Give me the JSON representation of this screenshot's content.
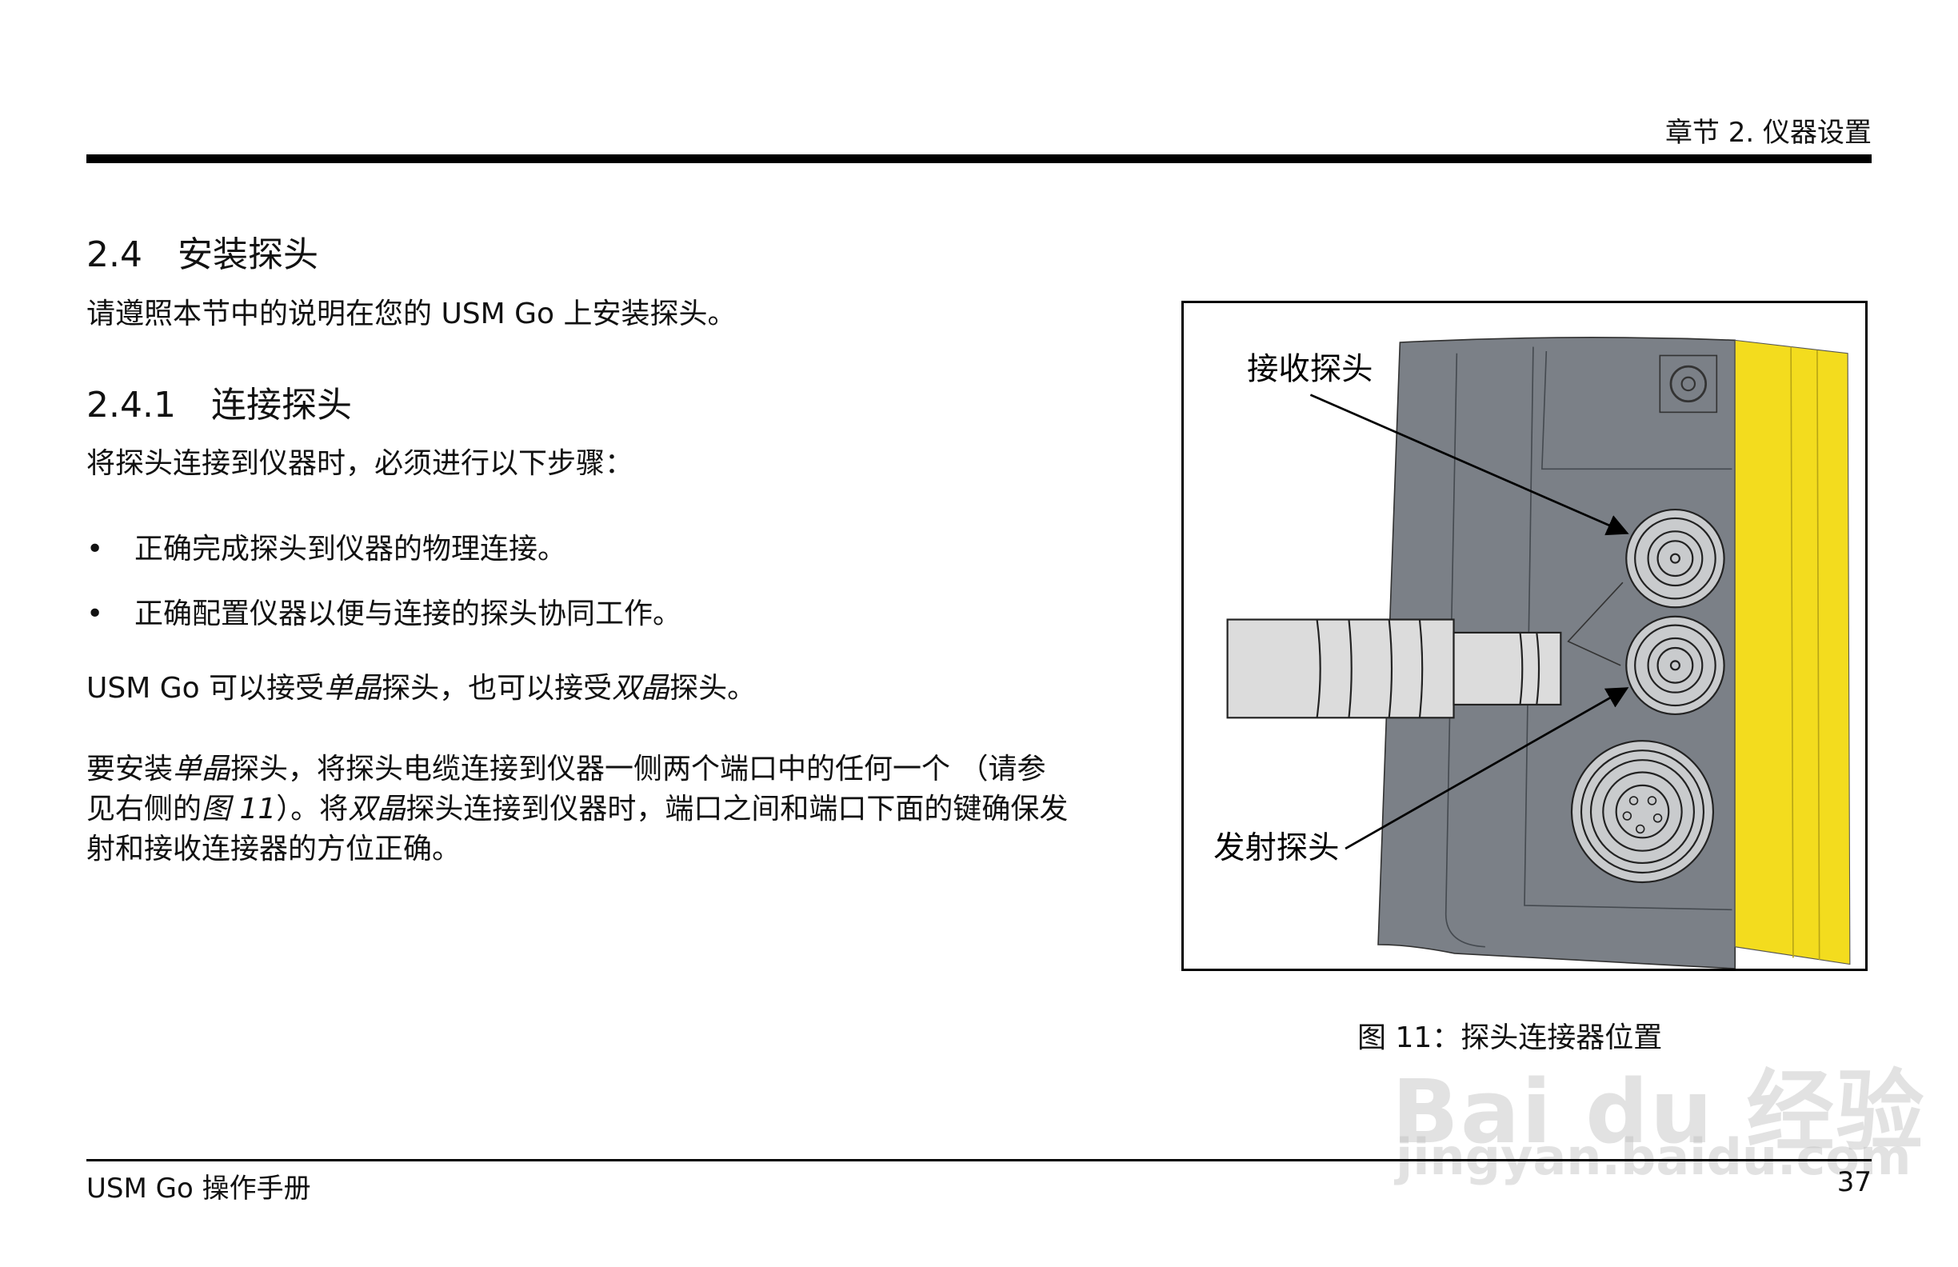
{
  "header": {
    "chapter": "章节 2. 仪器设置"
  },
  "section": {
    "number": "2.4",
    "title": "安装探头",
    "intro": "请遵照本节中的说明在您的 USM Go 上安装探头。"
  },
  "subsection": {
    "number": "2.4.1",
    "title": "连接探头",
    "intro": "将探头连接到仪器时，必须进行以下步骤："
  },
  "bullets": [
    "正确完成探头到仪器的物理连接。",
    "正确配置仪器以便与连接的探头协同工作。"
  ],
  "para1": {
    "a": "USM Go 可以接受",
    "b": "单晶",
    "c": "探头，也可以接受",
    "d": "双晶",
    "e": "探头。"
  },
  "para2": {
    "a": "要安装",
    "b": "单晶",
    "c": "探头，将探头电缆连接到仪器一侧两个端口中的任何一个 （请参",
    "d": "见右侧的",
    "e": "图 11",
    "f": "）。将",
    "g": "双晶",
    "h": "探头连接到仪器时，端口之间和端口下面的键确保发",
    "i": "射和接收连接器的方位正确。"
  },
  "figure": {
    "label_receive": "接收探头",
    "label_transmit": "发射探头",
    "caption": "图 11：探头连接器位置",
    "device_color": "#7b8087",
    "bumper_color": "#f3dc1e"
  },
  "footer": {
    "left": "USM Go 操作手册",
    "page": "37"
  },
  "watermark": {
    "brand": "Bai du 经验",
    "url": "jingyan.baidu.com"
  }
}
